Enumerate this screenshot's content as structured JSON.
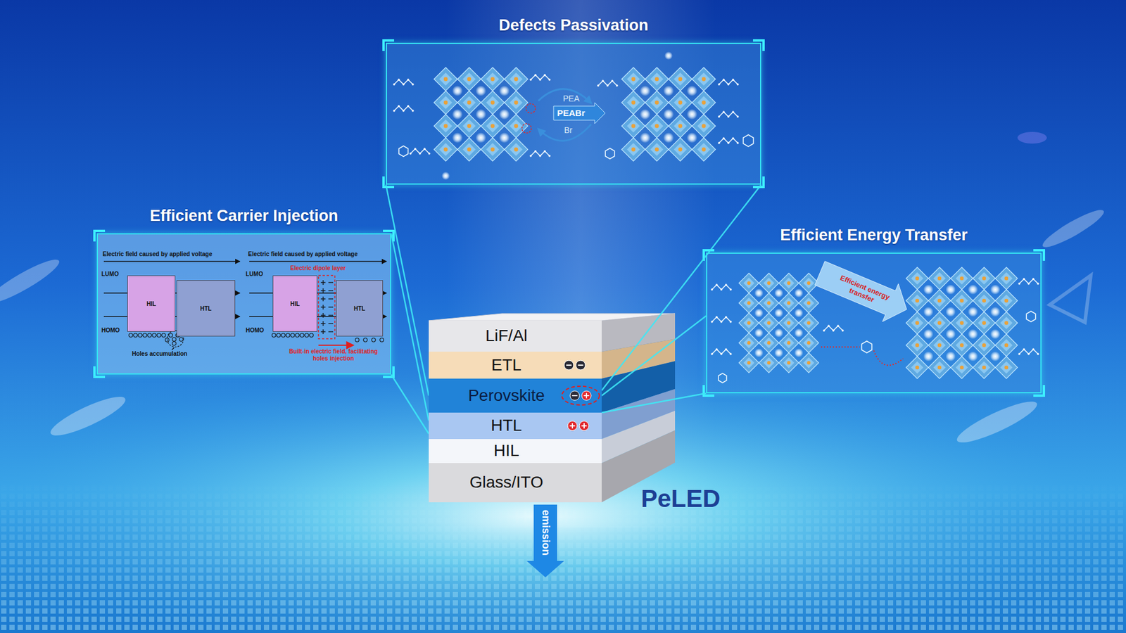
{
  "diagram": {
    "nodes": [
      {
        "text": [
          "Defects Passivation"
        ]
      },
      {
        "text": [
          "Efficient Carrier Injection"
        ]
      },
      {
        "text": [
          "HIL"
        ],
        "in": 1
      },
      {
        "text": [
          "HTL"
        ],
        "in": 1
      },
      {
        "text": [
          "HIL"
        ],
        "in": 1
      },
      {
        "text": [
          "HTL"
        ],
        "in": 1
      },
      {
        "text": [
          "Efficient Energy Transfer"
        ]
      },
      {
        "text": [
          "LiF/Al"
        ]
      },
      {
        "text": [
          "ETL"
        ]
      },
      {
        "text": [
          "Perovskite"
        ]
      },
      {
        "text": [
          "HTL"
        ]
      },
      {
        "text": [
          "HIL"
        ]
      },
      {
        "text": [
          "Glass/ITO"
        ]
      }
    ],
    "edges": [
      {
        "from": 0,
        "to": 9,
        "arrow": "none"
      },
      {
        "from": 1,
        "to": 10,
        "arrow": "none"
      },
      {
        "from": 6,
        "to": 9,
        "arrow": "none"
      }
    ],
    "labels": [
      "PEA",
      "PEABr",
      "Br",
      "Electric field caused by applied voltage",
      "LUMO",
      "HOMO",
      "Holes accumulation",
      "Electric field caused by applied voltage",
      "LUMO",
      "HOMO",
      "Electric dipole layer",
      "Built-in electric field, facilitating holes injection",
      "Efficient energy transfer",
      "PeLED",
      "emission"
    ]
  }
}
